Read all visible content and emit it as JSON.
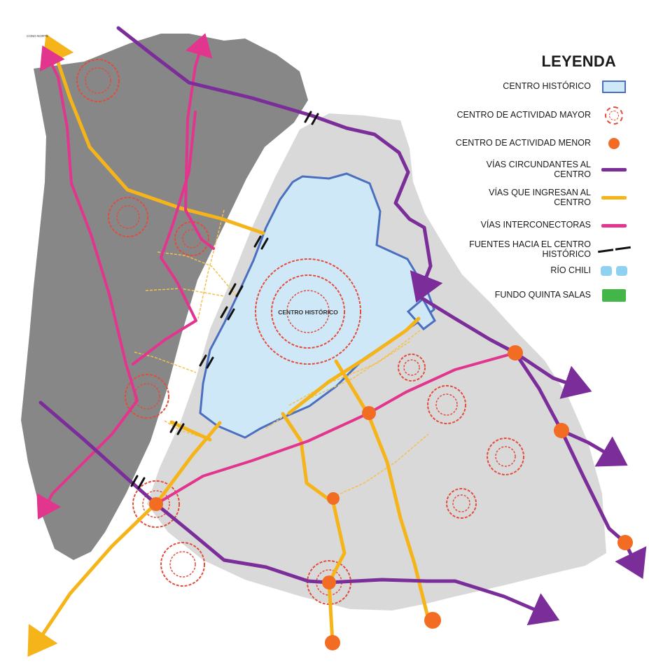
{
  "map": {
    "labels": {
      "norte": "CONO NORTE",
      "centro_historico": "CENTRO HISTÓRICO"
    }
  },
  "legend": {
    "title": "LEYENDA",
    "items": [
      {
        "label": "CENTRO HISTÓRICO",
        "symbol": "historic-center",
        "color": "#cfe8f8",
        "border": "#4b6fc0"
      },
      {
        "label": "CENTRO DE ACTIVIDAD MAYOR",
        "symbol": "major-activity",
        "color": "#e34c3a"
      },
      {
        "label": "CENTRO DE ACTIVIDAD MENOR",
        "symbol": "minor-activity",
        "color": "#f26d23"
      },
      {
        "label": "VÍAS CIRCUNDANTES AL CENTRO",
        "symbol": "surrounding-road",
        "color": "#7b2d9a"
      },
      {
        "label": "VÍAS QUE INGRESAN AL CENTRO",
        "symbol": "entering-road",
        "color": "#f5b419"
      },
      {
        "label": "VÍAS INTERCONECTORAS",
        "symbol": "connector-road",
        "color": "#e2358d"
      },
      {
        "label": "FUENTES HACIA EL CENTRO HISTÓRICO",
        "symbol": "bridge",
        "color": "#111111"
      },
      {
        "label": "RÍO CHILI",
        "symbol": "river",
        "color": "#8fd1f1"
      },
      {
        "label": "FUNDO QUINTA SALAS",
        "symbol": "farm",
        "color": "#42b649"
      }
    ]
  },
  "colors": {
    "west_area": "#878787",
    "east_area": "#d9d9d9",
    "historic_fill": "#cfe8f8",
    "historic_border": "#4b6fc0",
    "purple_road": "#7b2d9a",
    "yellow_road": "#f5b419",
    "pink_road": "#e2358d",
    "minor_center": "#f26d23",
    "major_center": "#e34c3a"
  }
}
